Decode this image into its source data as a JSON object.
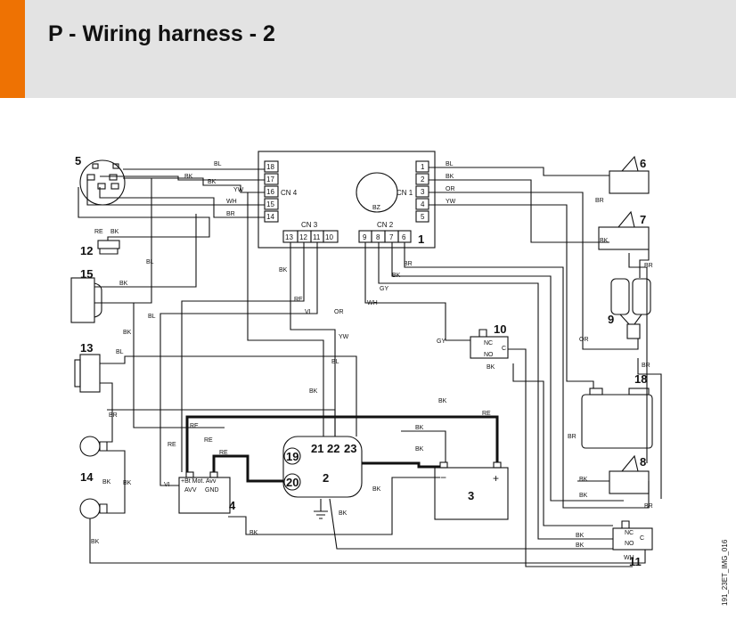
{
  "header": {
    "title": "P - Wiring harness - 2",
    "accent_color": "#ee7203",
    "background_color": "#e3e3e3"
  },
  "diagram": {
    "figure_code": "191_23ET_IMG_016",
    "control_unit": {
      "number": "1",
      "buzzer_label": "BZ",
      "connectors": {
        "cn1": {
          "label": "CN 1",
          "pins": [
            "1",
            "2",
            "3",
            "4",
            "5"
          ]
        },
        "cn2": {
          "label": "CN 2",
          "pins": [
            "9",
            "8",
            "7",
            "6"
          ]
        },
        "cn3": {
          "label": "CN 3",
          "pins": [
            "13",
            "12",
            "11",
            "10"
          ]
        },
        "cn4": {
          "label": "CN 4",
          "pins": [
            "18",
            "17",
            "16",
            "15",
            "14"
          ]
        }
      }
    },
    "components": {
      "c2": "2",
      "c3": "3",
      "c4": "4",
      "c5": "5",
      "c6": "6",
      "c7": "7",
      "c8": "8",
      "c9": "9",
      "c10": "10",
      "c11": "11",
      "c12": "12",
      "c13": "13",
      "c14": "14",
      "c15": "15",
      "c18": "18",
      "c19": "19",
      "c20": "20",
      "c21": "21",
      "c22": "22",
      "c23": "23"
    },
    "battery": {
      "minus": "−",
      "plus": "+"
    },
    "starter_relay": {
      "bt_mot": "+Bt Mot. Avv",
      "avv": "AVV",
      "gnd": "GND"
    },
    "switch_terms": {
      "nc": "NC",
      "no": "NO",
      "c": "C"
    },
    "wire_colors": {
      "bl": "BL",
      "bk": "BK",
      "br": "BR",
      "yw": "YW",
      "wh": "WH",
      "or": "OR",
      "re": "RE",
      "gy": "GY",
      "vi": "VI"
    }
  }
}
